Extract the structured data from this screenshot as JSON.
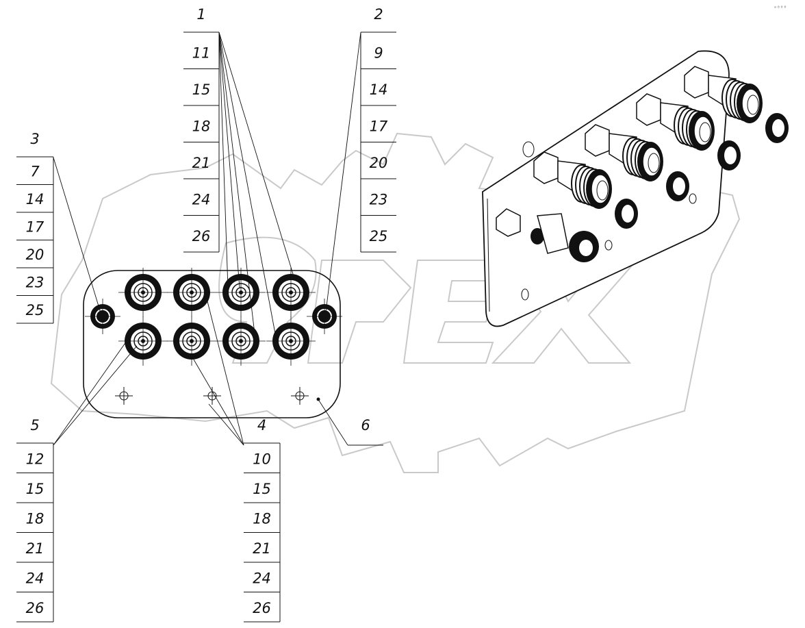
{
  "corner_mark": "ᵃ⁰⁰⁰",
  "callouts": [
    {
      "id": "g1",
      "header": "1",
      "items": [
        "11",
        "15",
        "18",
        "21",
        "24",
        "26"
      ]
    },
    {
      "id": "g2",
      "header": "2",
      "items": [
        "9",
        "14",
        "17",
        "20",
        "23",
        "25"
      ]
    },
    {
      "id": "g3",
      "header": "3",
      "items": [
        "7",
        "14",
        "17",
        "20",
        "23",
        "25"
      ]
    },
    {
      "id": "g4",
      "header": "4",
      "items": [
        "10",
        "15",
        "18",
        "21",
        "24",
        "26"
      ]
    },
    {
      "id": "g5",
      "header": "5",
      "items": [
        "12",
        "15",
        "18",
        "21",
        "24",
        "26"
      ]
    },
    {
      "id": "g6",
      "header": "6",
      "items": []
    }
  ],
  "colors": {
    "line": "#111111",
    "watermark": "#c9c9c9",
    "background": "#ffffff"
  },
  "watermark_icon": "gear-logo-watermark"
}
